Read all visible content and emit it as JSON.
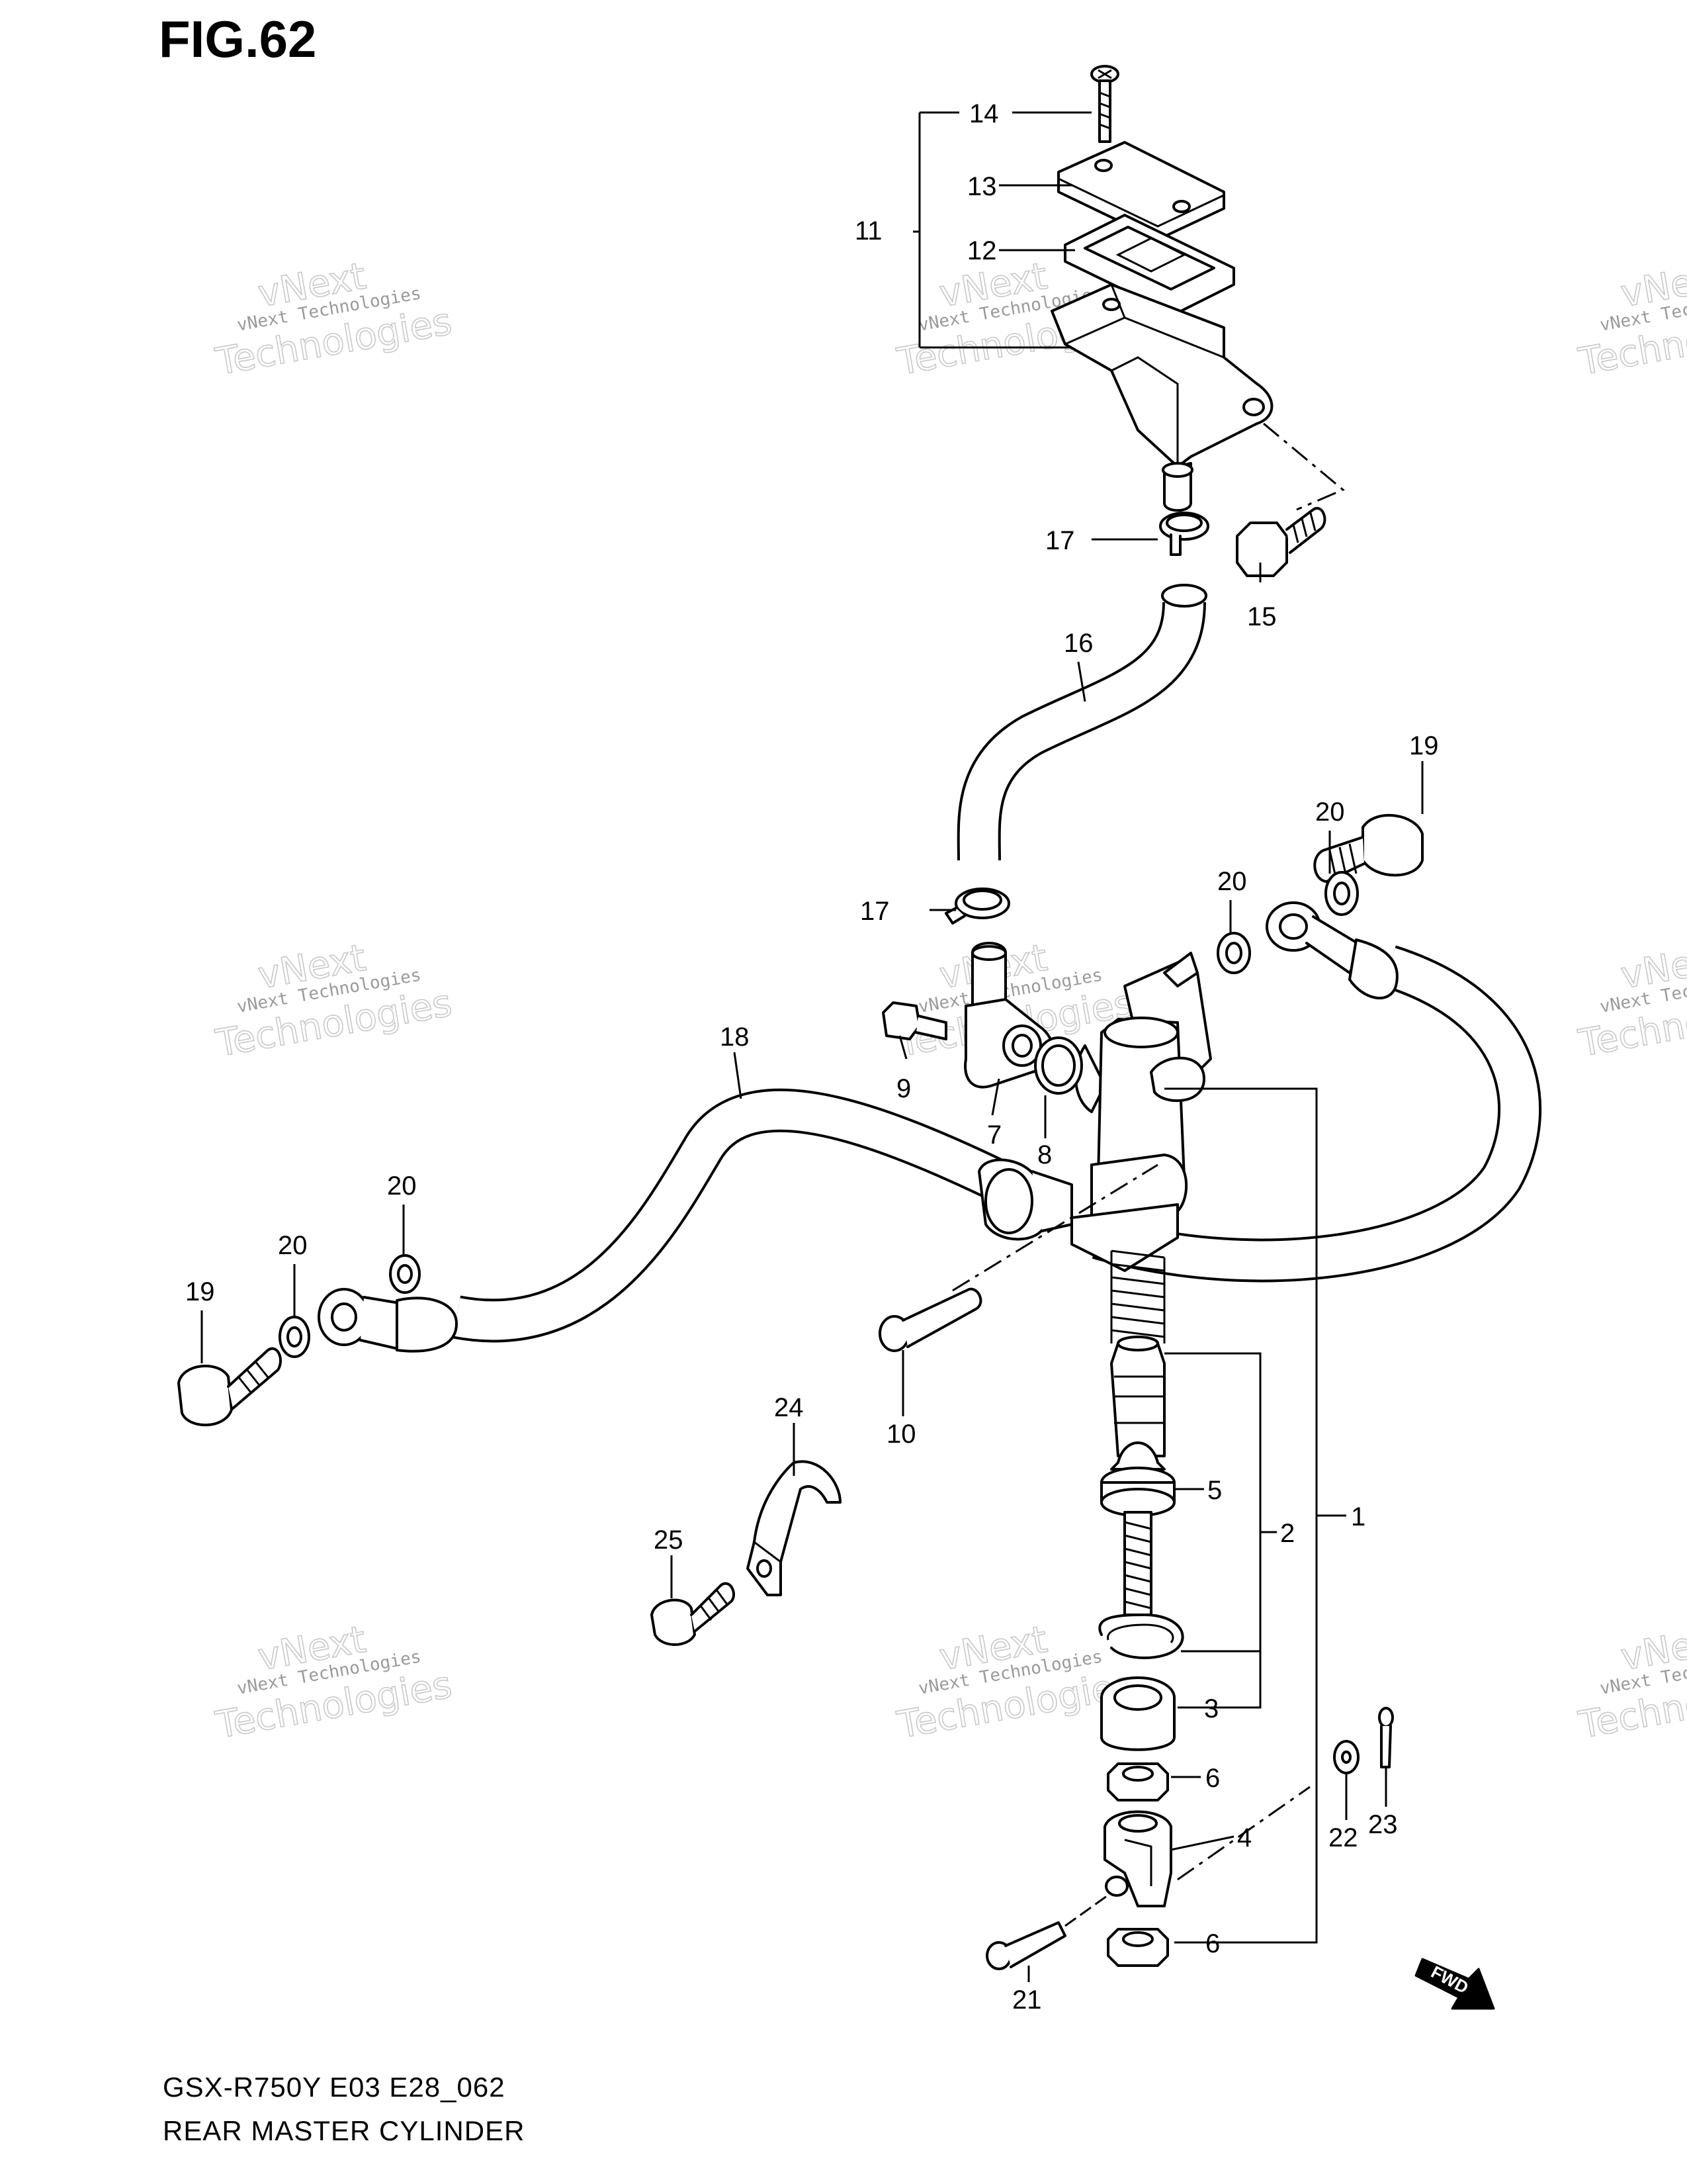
{
  "figure_title": "FIG.62",
  "footer": {
    "model_code": "GSX-R750Y E03 E28_062",
    "diagram_name": "REAR MASTER CYLINDER"
  },
  "watermark": {
    "line1": "vNext Technologies",
    "line2": "vNext",
    "line3": "Technologies"
  },
  "fwd_label": "FWD",
  "callouts": {
    "c1": "1",
    "c2": "2",
    "c3": "3",
    "c4": "4",
    "c5": "5",
    "c6a": "6",
    "c6b": "6",
    "c7": "7",
    "c8": "8",
    "c9": "9",
    "c10": "10",
    "c11": "11",
    "c12": "12",
    "c13": "13",
    "c14": "14",
    "c15": "15",
    "c16": "16",
    "c17a": "17",
    "c17b": "17",
    "c18": "18",
    "c19a": "19",
    "c19b": "19",
    "c20a": "20",
    "c20b": "20",
    "c20c": "20",
    "c20d": "20",
    "c21": "21",
    "c22": "22",
    "c23": "23",
    "c24": "24",
    "c25": "25"
  }
}
